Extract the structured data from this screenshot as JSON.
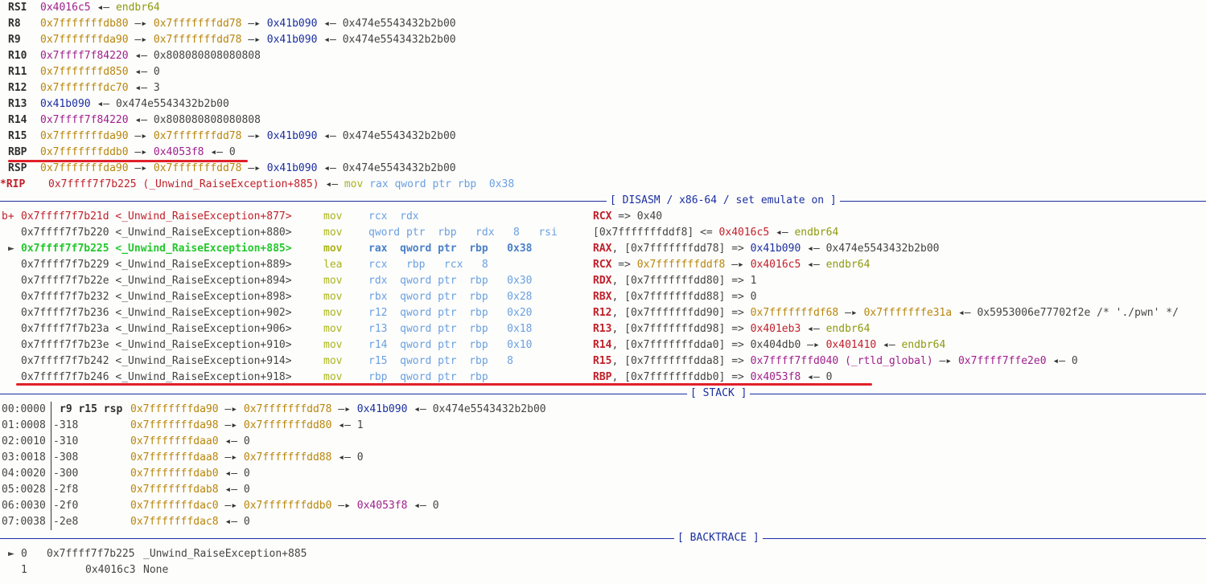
{
  "registers": [
    {
      "name": "RSI",
      "text": [
        [
          "c-code",
          "0x4016c5"
        ],
        [
          "c-arrow",
          " ◂— "
        ],
        [
          "c-sym",
          "endbr64"
        ]
      ]
    },
    {
      "name": "R8",
      "text": [
        [
          "c-stack",
          "0x7fffffffdb80"
        ],
        [
          "c-arrow",
          " —▸ "
        ],
        [
          "c-stack",
          "0x7fffffffdd78"
        ],
        [
          "c-arrow",
          " —▸ "
        ],
        [
          "c-heap",
          "0x41b090"
        ],
        [
          "c-arrow",
          " ◂— "
        ],
        [
          "c-data",
          "0x474e5543432b2b00"
        ]
      ]
    },
    {
      "name": "R9",
      "text": [
        [
          "c-stack",
          "0x7fffffffda90"
        ],
        [
          "c-arrow",
          " —▸ "
        ],
        [
          "c-stack",
          "0x7fffffffdd78"
        ],
        [
          "c-arrow",
          " —▸ "
        ],
        [
          "c-heap",
          "0x41b090"
        ],
        [
          "c-arrow",
          " ◂— "
        ],
        [
          "c-data",
          "0x474e5543432b2b00"
        ]
      ]
    },
    {
      "name": "R10",
      "text": [
        [
          "c-code",
          "0x7ffff7f84220"
        ],
        [
          "c-arrow",
          " ◂— "
        ],
        [
          "c-data",
          "0x808080808080808"
        ]
      ]
    },
    {
      "name": "R11",
      "text": [
        [
          "c-stack",
          "0x7fffffffd850"
        ],
        [
          "c-arrow",
          " ◂— "
        ],
        [
          "c-data",
          "0"
        ]
      ]
    },
    {
      "name": "R12",
      "text": [
        [
          "c-stack",
          "0x7fffffffdc70"
        ],
        [
          "c-arrow",
          " ◂— "
        ],
        [
          "c-data",
          "3"
        ]
      ]
    },
    {
      "name": "R13",
      "text": [
        [
          "c-heap",
          "0x41b090"
        ],
        [
          "c-arrow",
          " ◂— "
        ],
        [
          "c-data",
          "0x474e5543432b2b00"
        ]
      ]
    },
    {
      "name": "R14",
      "text": [
        [
          "c-code",
          "0x7ffff7f84220"
        ],
        [
          "c-arrow",
          " ◂— "
        ],
        [
          "c-data",
          "0x808080808080808"
        ]
      ]
    },
    {
      "name": "R15",
      "text": [
        [
          "c-stack",
          "0x7fffffffda90"
        ],
        [
          "c-arrow",
          " —▸ "
        ],
        [
          "c-stack",
          "0x7fffffffdd78"
        ],
        [
          "c-arrow",
          " —▸ "
        ],
        [
          "c-heap",
          "0x41b090"
        ],
        [
          "c-arrow",
          " ◂— "
        ],
        [
          "c-data",
          "0x474e5543432b2b00"
        ]
      ]
    },
    {
      "name": "RBP",
      "text": [
        [
          "c-stack",
          "0x7fffffffddb0"
        ],
        [
          "c-arrow",
          " —▸ "
        ],
        [
          "c-code",
          "0x4053f8"
        ],
        [
          "c-arrow",
          " ◂— "
        ],
        [
          "c-data",
          "0"
        ]
      ]
    },
    {
      "name": "RSP",
      "text": [
        [
          "c-stack",
          "0x7fffffffda90"
        ],
        [
          "c-arrow",
          " —▸ "
        ],
        [
          "c-stack",
          "0x7fffffffdd78"
        ],
        [
          "c-arrow",
          " —▸ "
        ],
        [
          "c-heap",
          "0x41b090"
        ],
        [
          "c-arrow",
          " ◂— "
        ],
        [
          "c-data",
          "0x474e5543432b2b00"
        ]
      ]
    },
    {
      "name": "*RIP",
      "text": [
        [
          "c-red",
          "0x7ffff7f7b225 (_Unwind_RaiseException+885)"
        ],
        [
          "c-arrow",
          " ◂— "
        ],
        [
          "c-mn",
          "mov"
        ],
        [
          "c-op",
          " rax"
        ],
        [
          "c-op",
          " qword ptr"
        ],
        [
          "c-op",
          " rbp"
        ],
        [
          "c-op",
          "  0x38"
        ]
      ]
    }
  ],
  "sections": {
    "disasm": "[ DISASM / x86-64 / set emulate on ]",
    "stack": "[ STACK ]",
    "backtrace": "[ BACKTRACE ]"
  },
  "disasm": [
    {
      "mark": "b+",
      "addr": "0x7ffff7f7b21d <_Unwind_RaiseException+877>",
      "mn": "mov",
      "ops": "rcx  rdx",
      "cmt": [
        [
          "c-redb",
          "RCX"
        ],
        [
          "c-dim",
          " => 0x40"
        ]
      ],
      "style": "bp"
    },
    {
      "mark": "",
      "addr": "0x7ffff7f7b220 <_Unwind_RaiseException+880>",
      "mn": "mov",
      "ops": "qword ptr  rbp   rdx   8   rsi",
      "cmt": [
        [
          "c-dim",
          "[0x7fffffffddf8] <= "
        ],
        [
          "c-red",
          "0x4016c5"
        ],
        [
          "c-arrow",
          " ◂— "
        ],
        [
          "c-sym",
          "endbr64"
        ]
      ],
      "style": ""
    },
    {
      "mark": "►",
      "addr": "0x7ffff7f7b225 <_Unwind_RaiseException+885>",
      "mn": "mov",
      "ops": "rax  qword ptr  rbp   0x38",
      "cmt": [
        [
          "c-redb",
          "RAX"
        ],
        [
          "c-dim",
          ", [0x7fffffffdd78] => "
        ],
        [
          "c-heap",
          "0x41b090"
        ],
        [
          "c-arrow",
          " ◂— "
        ],
        [
          "c-data",
          "0x474e5543432b2b00"
        ]
      ],
      "style": "cur"
    },
    {
      "mark": "",
      "addr": "0x7ffff7f7b229 <_Unwind_RaiseException+889>",
      "mn": "lea",
      "ops": "rcx   rbp   rcx   8",
      "cmt": [
        [
          "c-redb",
          "RCX"
        ],
        [
          "c-dim",
          " => "
        ],
        [
          "c-stack",
          "0x7fffffffddf8"
        ],
        [
          "c-arrow",
          " —▸ "
        ],
        [
          "c-red",
          "0x4016c5"
        ],
        [
          "c-arrow",
          " ◂— "
        ],
        [
          "c-sym",
          "endbr64"
        ]
      ],
      "style": ""
    },
    {
      "mark": "",
      "addr": "0x7ffff7f7b22e <_Unwind_RaiseException+894>",
      "mn": "mov",
      "ops": "rdx  qword ptr  rbp   0x30",
      "cmt": [
        [
          "c-redb",
          "RDX"
        ],
        [
          "c-dim",
          ", [0x7fffffffdd80] => 1"
        ]
      ],
      "style": ""
    },
    {
      "mark": "",
      "addr": "0x7ffff7f7b232 <_Unwind_RaiseException+898>",
      "mn": "mov",
      "ops": "rbx  qword ptr  rbp   0x28",
      "cmt": [
        [
          "c-redb",
          "RBX"
        ],
        [
          "c-dim",
          ", [0x7fffffffdd88] => 0"
        ]
      ],
      "style": ""
    },
    {
      "mark": "",
      "addr": "0x7ffff7f7b236 <_Unwind_RaiseException+902>",
      "mn": "mov",
      "ops": "r12  qword ptr  rbp   0x20",
      "cmt": [
        [
          "c-redb",
          "R12"
        ],
        [
          "c-dim",
          ", [0x7fffffffdd90] => "
        ],
        [
          "c-stack",
          "0x7fffffffdf68"
        ],
        [
          "c-arrow",
          " —▸ "
        ],
        [
          "c-stack",
          "0x7fffffffe31a"
        ],
        [
          "c-arrow",
          " ◂— "
        ],
        [
          "c-data",
          "0x5953006e77702f2e /* './pwn' */"
        ]
      ],
      "style": ""
    },
    {
      "mark": "",
      "addr": "0x7ffff7f7b23a <_Unwind_RaiseException+906>",
      "mn": "mov",
      "ops": "r13  qword ptr  rbp   0x18",
      "cmt": [
        [
          "c-redb",
          "R13"
        ],
        [
          "c-dim",
          ", [0x7fffffffdd98] => "
        ],
        [
          "c-red",
          "0x401eb3"
        ],
        [
          "c-arrow",
          " ◂— "
        ],
        [
          "c-sym",
          "endbr64"
        ]
      ],
      "style": ""
    },
    {
      "mark": "",
      "addr": "0x7ffff7f7b23e <_Unwind_RaiseException+910>",
      "mn": "mov",
      "ops": "r14  qword ptr  rbp   0x10",
      "cmt": [
        [
          "c-redb",
          "R14"
        ],
        [
          "c-dim",
          ", [0x7fffffffdda0] => 0x404db0"
        ],
        [
          "c-arrow",
          " —▸ "
        ],
        [
          "c-red",
          "0x401410"
        ],
        [
          "c-arrow",
          " ◂— "
        ],
        [
          "c-sym",
          "endbr64"
        ]
      ],
      "style": ""
    },
    {
      "mark": "",
      "addr": "0x7ffff7f7b242 <_Unwind_RaiseException+914>",
      "mn": "mov",
      "ops": "r15  qword ptr  rbp   8",
      "cmt": [
        [
          "c-redb",
          "R15"
        ],
        [
          "c-dim",
          ", [0x7fffffffdda8] => "
        ],
        [
          "c-code",
          "0x7ffff7ffd040 (_rtld_global)"
        ],
        [
          "c-arrow",
          " —▸ "
        ],
        [
          "c-code",
          "0x7ffff7ffe2e0"
        ],
        [
          "c-arrow",
          " ◂— "
        ],
        [
          "c-data",
          "0"
        ]
      ],
      "style": ""
    },
    {
      "mark": "",
      "addr": "0x7ffff7f7b246 <_Unwind_RaiseException+918>",
      "mn": "mov",
      "ops": "rbp  qword ptr  rbp",
      "cmt": [
        [
          "c-redb",
          "RBP"
        ],
        [
          "c-dim",
          ", [0x7fffffffddb0] => "
        ],
        [
          "c-code",
          "0x4053f8"
        ],
        [
          "c-arrow",
          " ◂— "
        ],
        [
          "c-data",
          "0"
        ]
      ],
      "style": ""
    }
  ],
  "stack": [
    {
      "idx": "00:0000",
      "off": "r9 r15 rsp",
      "chain": [
        [
          "c-stack",
          "0x7fffffffda90"
        ],
        [
          "c-arrow",
          " —▸ "
        ],
        [
          "c-stack",
          "0x7fffffffdd78"
        ],
        [
          "c-arrow",
          " —▸ "
        ],
        [
          "c-heap",
          "0x41b090"
        ],
        [
          "c-arrow",
          " ◂— "
        ],
        [
          "c-data",
          "0x474e5543432b2b00"
        ]
      ],
      "bold": true
    },
    {
      "idx": "01:0008",
      "off": "-318",
      "chain": [
        [
          "c-stack",
          "0x7fffffffda98"
        ],
        [
          "c-arrow",
          " —▸ "
        ],
        [
          "c-stack",
          "0x7fffffffdd80"
        ],
        [
          "c-arrow",
          " ◂— "
        ],
        [
          "c-data",
          "1"
        ]
      ]
    },
    {
      "idx": "02:0010",
      "off": "-310",
      "chain": [
        [
          "c-stack",
          "0x7fffffffdaa0"
        ],
        [
          "c-arrow",
          " ◂— "
        ],
        [
          "c-data",
          "0"
        ]
      ]
    },
    {
      "idx": "03:0018",
      "off": "-308",
      "chain": [
        [
          "c-stack",
          "0x7fffffffdaa8"
        ],
        [
          "c-arrow",
          " —▸ "
        ],
        [
          "c-stack",
          "0x7fffffffdd88"
        ],
        [
          "c-arrow",
          " ◂— "
        ],
        [
          "c-data",
          "0"
        ]
      ]
    },
    {
      "idx": "04:0020",
      "off": "-300",
      "chain": [
        [
          "c-stack",
          "0x7fffffffdab0"
        ],
        [
          "c-arrow",
          " ◂— "
        ],
        [
          "c-data",
          "0"
        ]
      ]
    },
    {
      "idx": "05:0028",
      "off": "-2f8",
      "chain": [
        [
          "c-stack",
          "0x7fffffffdab8"
        ],
        [
          "c-arrow",
          " ◂— "
        ],
        [
          "c-data",
          "0"
        ]
      ]
    },
    {
      "idx": "06:0030",
      "off": "-2f0",
      "chain": [
        [
          "c-stack",
          "0x7fffffffdac0"
        ],
        [
          "c-arrow",
          " —▸ "
        ],
        [
          "c-stack",
          "0x7fffffffddb0"
        ],
        [
          "c-arrow",
          " —▸ "
        ],
        [
          "c-code",
          "0x4053f8"
        ],
        [
          "c-arrow",
          " ◂— "
        ],
        [
          "c-data",
          "0"
        ]
      ]
    },
    {
      "idx": "07:0038",
      "off": "-2e8",
      "chain": [
        [
          "c-stack",
          "0x7fffffffdac8"
        ],
        [
          "c-arrow",
          " ◂— "
        ],
        [
          "c-data",
          "0"
        ]
      ]
    }
  ],
  "backtrace": [
    {
      "mark": "►",
      "num": "0",
      "addr": "0x7ffff7f7b225",
      "sym": "_Unwind_RaiseException+885"
    },
    {
      "mark": "",
      "num": "1",
      "addr": "0x4016c3",
      "sym": "None"
    }
  ],
  "colors": {
    "underline": "#e0202a",
    "separator": "#1a2fa0",
    "current": "#24c82c"
  }
}
